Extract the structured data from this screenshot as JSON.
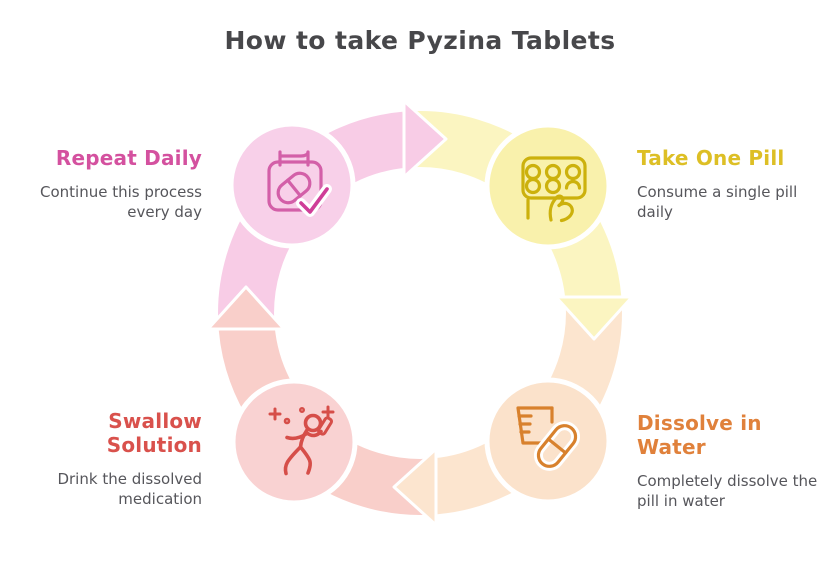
{
  "title": "How to take Pyzina Tablets",
  "colors": {
    "background": "#ffffff",
    "title_text": "#47474a",
    "description_text": "#56565b"
  },
  "cycle_direction": "clockwise",
  "steps": [
    {
      "id": "take-one-pill",
      "position": "top-right",
      "heading_lines": [
        "Take One Pill"
      ],
      "description_lines": [
        "Consume a single pill",
        "daily"
      ],
      "icon": "pill-blister-pack-icon",
      "accent_color": "#ddbf25",
      "node_color": "#f9f1ac",
      "band_color": "#fbf5c1",
      "icon_stroke": "#ccb10c"
    },
    {
      "id": "dissolve-in-water",
      "position": "bottom-right",
      "heading_lines": [
        "Dissolve in",
        "Water"
      ],
      "description_lines": [
        "Completely dissolve the",
        "pill in water"
      ],
      "icon": "cup-with-pill-icon",
      "accent_color": "#e0813b",
      "node_color": "#fbe2cb",
      "band_color": "#fce5cf",
      "icon_stroke": "#d8812d"
    },
    {
      "id": "swallow-solution",
      "position": "bottom-left",
      "heading_lines": [
        "Swallow",
        "Solution"
      ],
      "description_lines": [
        "Drink the dissolved",
        "medication"
      ],
      "icon": "dancing-person-icon",
      "accent_color": "#d9514c",
      "node_color": "#f9d2d2",
      "band_color": "#f9cfca",
      "icon_stroke": "#d64e49"
    },
    {
      "id": "repeat-daily",
      "position": "top-left",
      "heading_lines": [
        "Repeat Daily"
      ],
      "description_lines": [
        "Continue this process",
        "every day"
      ],
      "icon": "calendar-check-pill-icon",
      "accent_color": "#d4519f",
      "node_color": "#f8d0e9",
      "band_color": "#f8cce6",
      "icon_stroke": "#d35fa8",
      "icon_accent": "#cf3d98"
    }
  ]
}
